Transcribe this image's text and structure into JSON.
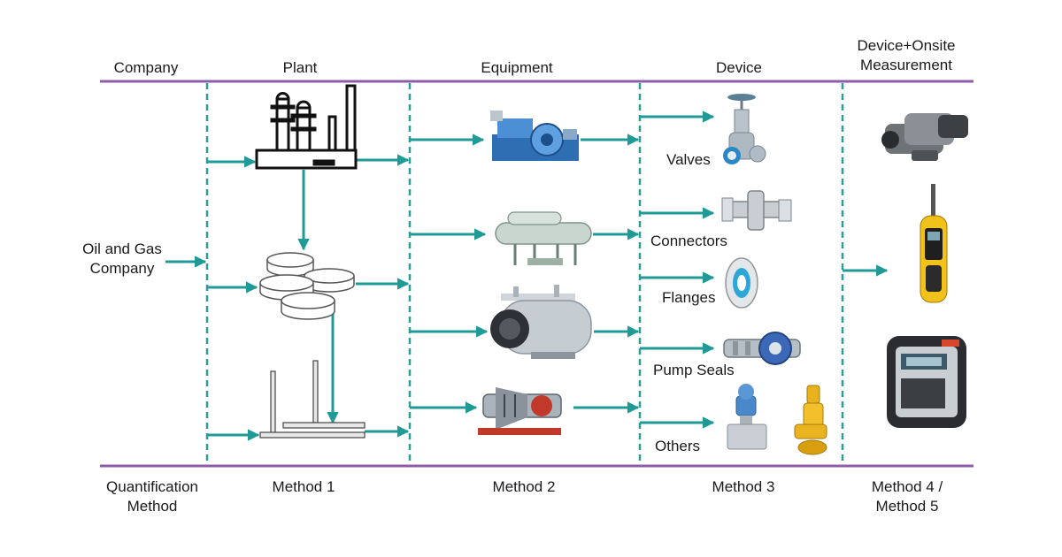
{
  "header": {
    "company": "Company",
    "plant": "Plant",
    "equipment": "Equipment",
    "device": "Device",
    "measurement_line1": "Device+Onsite",
    "measurement_line2": "Measurement"
  },
  "left": {
    "source_line1": "Oil and Gas",
    "source_line2": "Company"
  },
  "devices": {
    "valves": "Valves",
    "connectors": "Connectors",
    "flanges": "Flanges",
    "pump_seals": "Pump Seals",
    "others": "Others"
  },
  "footer": {
    "quantification_line1": "Quantification",
    "quantification_line2": "Method",
    "method1": "Method 1",
    "method2": "Method 2",
    "method3": "Method 3",
    "method45_line1": "Method 4 /",
    "method45_line2": "Method 5"
  },
  "colors": {
    "rule": "#8e5ca8",
    "divider": "#2a9d9a",
    "arrow": "#1f9a96",
    "steel": "#9aa3ab",
    "equipment_blue": "#3a7fc4",
    "detector_yellow": "#f2c21b"
  },
  "icons": [
    "refinery-icon",
    "storage-tanks-icon",
    "pipeline-icon",
    "compressor-icon",
    "heat-exchanger-icon",
    "boiler-icon",
    "turbine-icon",
    "valve-icon",
    "connector-icon",
    "flange-icon",
    "pump-seal-icon",
    "transmitter-icon",
    "relief-valve-icon",
    "ir-camera-icon",
    "voc-detector-icon",
    "gas-analyzer-icon"
  ]
}
